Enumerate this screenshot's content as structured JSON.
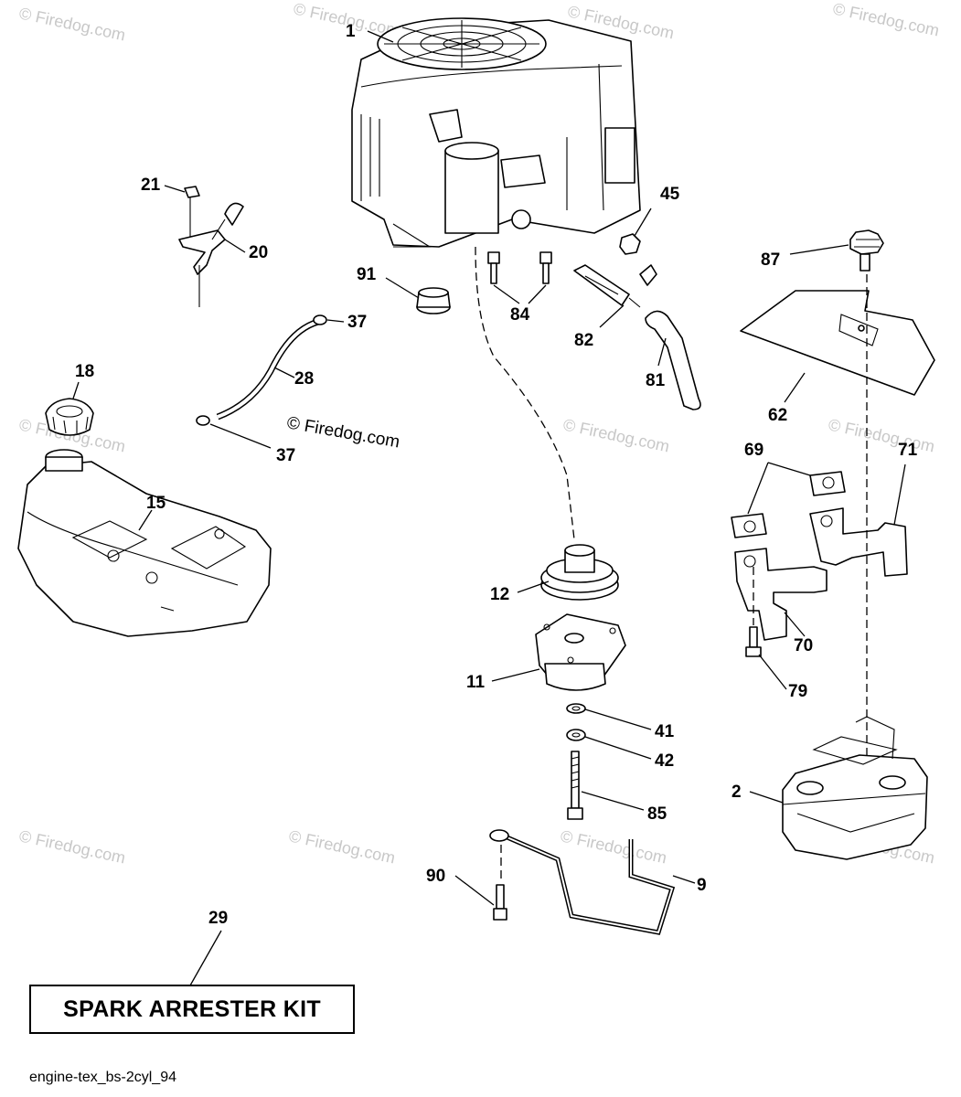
{
  "callouts": {
    "c1": "1",
    "c2": "2",
    "c9": "9",
    "c11": "11",
    "c12": "12",
    "c15": "15",
    "c18": "18",
    "c20": "20",
    "c21": "21",
    "c28": "28",
    "c29": "29",
    "c37a": "37",
    "c37b": "37",
    "c41": "41",
    "c42": "42",
    "c45": "45",
    "c62": "62",
    "c69": "69",
    "c70": "70",
    "c71": "71",
    "c79": "79",
    "c81": "81",
    "c82": "82",
    "c84": "84",
    "c85": "85",
    "c87": "87",
    "c90": "90",
    "c91": "91"
  },
  "kit_label": "SPARK ARRESTER KIT",
  "caption": "engine-tex_bs-2cyl_94",
  "watermark_main": "© Firedog.com",
  "watermark_faint": "© Firedog.com"
}
